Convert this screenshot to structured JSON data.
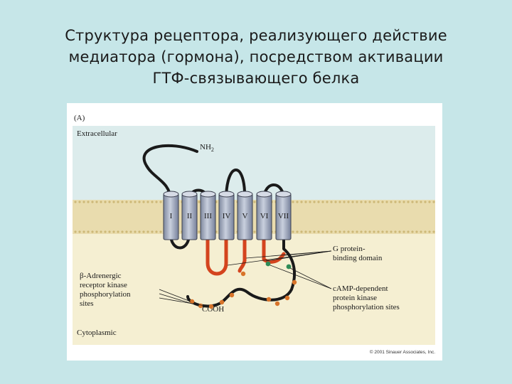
{
  "slide": {
    "title_lines": [
      "Структура рецептора, реализующего действие",
      "медиатора (гормона), посредством активации",
      "ГТФ-связывающего белка"
    ]
  },
  "figure": {
    "panel_label": "(A)",
    "region_top": "Extracellular",
    "region_bottom": "Cytoplasmic",
    "n_terminus": "NH",
    "n_terminus_sub": "2",
    "c_terminus": "COOH",
    "helices": [
      "I",
      "II",
      "III",
      "IV",
      "V",
      "VI",
      "VII"
    ],
    "annotations": {
      "g_protein": [
        "G protein-",
        "binding domain"
      ],
      "beta_ark": [
        "β-Adrenergic",
        "receptor kinase",
        "phosphorylation",
        "sites"
      ],
      "camp": [
        "cAMP-dependent",
        "protein kinase",
        "phosphorylation sites"
      ]
    },
    "copyright": "© 2001 Sinauer Associates, Inc.",
    "colors": {
      "extracellular": "#dcecec",
      "membrane": "#e9dcae",
      "cytoplasm": "#f5efd2",
      "helix": "#a7b0c4",
      "chain": "#1a1a1a",
      "g_protein_domain": "#d4441e",
      "phosphorylation_site": "#d8742a",
      "pka_site": "#2e8b57"
    }
  }
}
